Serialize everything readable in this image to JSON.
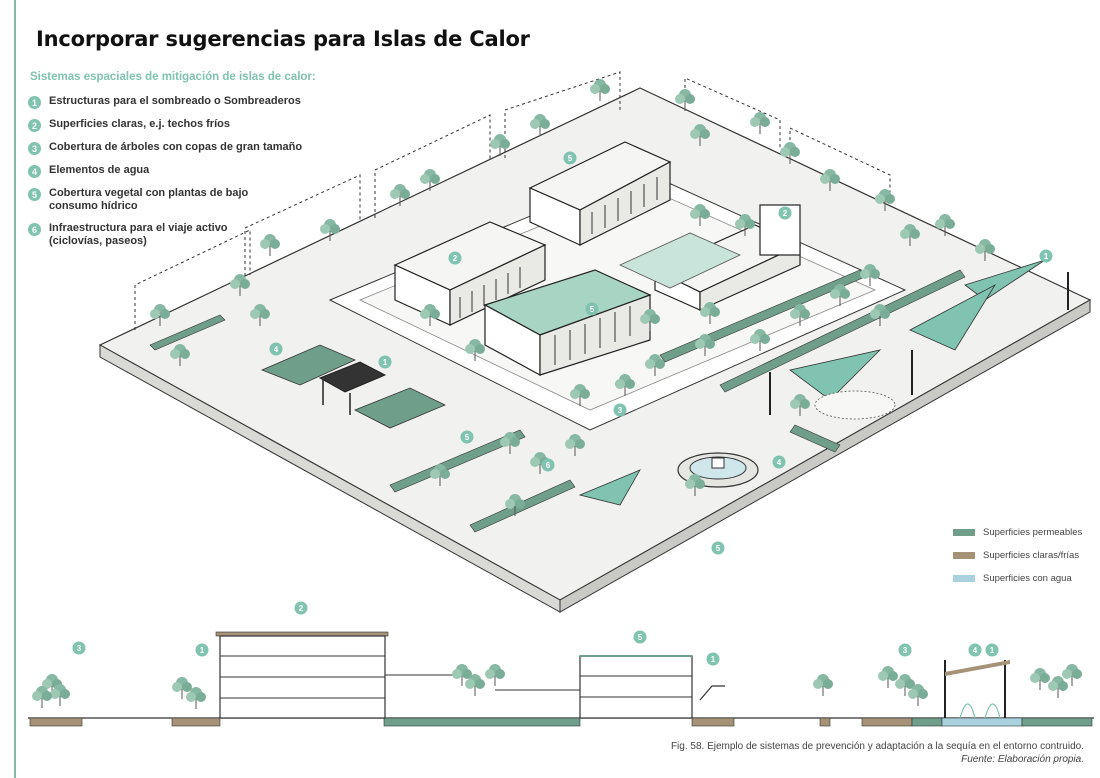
{
  "title": "Incorporar sugerencias para Islas de Calor",
  "subtitle": "Sistemas espaciales de mitigación de islas de calor:",
  "legend": [
    {
      "number": "1",
      "label": "Estructuras para el sombreado o Sombreaderos"
    },
    {
      "number": "2",
      "label": "Superficies claras, e.j. techos fríos"
    },
    {
      "number": "3",
      "label": "Cobertura de árboles con copas de gran tamaño"
    },
    {
      "number": "4",
      "label": "Elementos de agua"
    },
    {
      "number": "5",
      "label": "Cobertura vegetal con plantas de bajo consumo hídrico"
    },
    {
      "number": "6",
      "label": "Infraestructura para el viaje activo (ciclovías, paseos)"
    }
  ],
  "surface_legend": [
    {
      "label": "Superficies permeables",
      "color": "#6f9f8a"
    },
    {
      "label": "Superficies claras/frías",
      "color": "#a59277"
    },
    {
      "label": "Superficies con agua",
      "color": "#a9d1de"
    }
  ],
  "caption": {
    "figure": "Fig. 58. Ejemplo de sistemas de prevención y adaptación a la sequía en el entorno contruido.",
    "source": "Fuente: Elaboración propia."
  },
  "colors": {
    "accent": "#7fc3b0",
    "tree": "#86b8a3",
    "building_line": "#333333",
    "ground": "#f1f1ef"
  }
}
